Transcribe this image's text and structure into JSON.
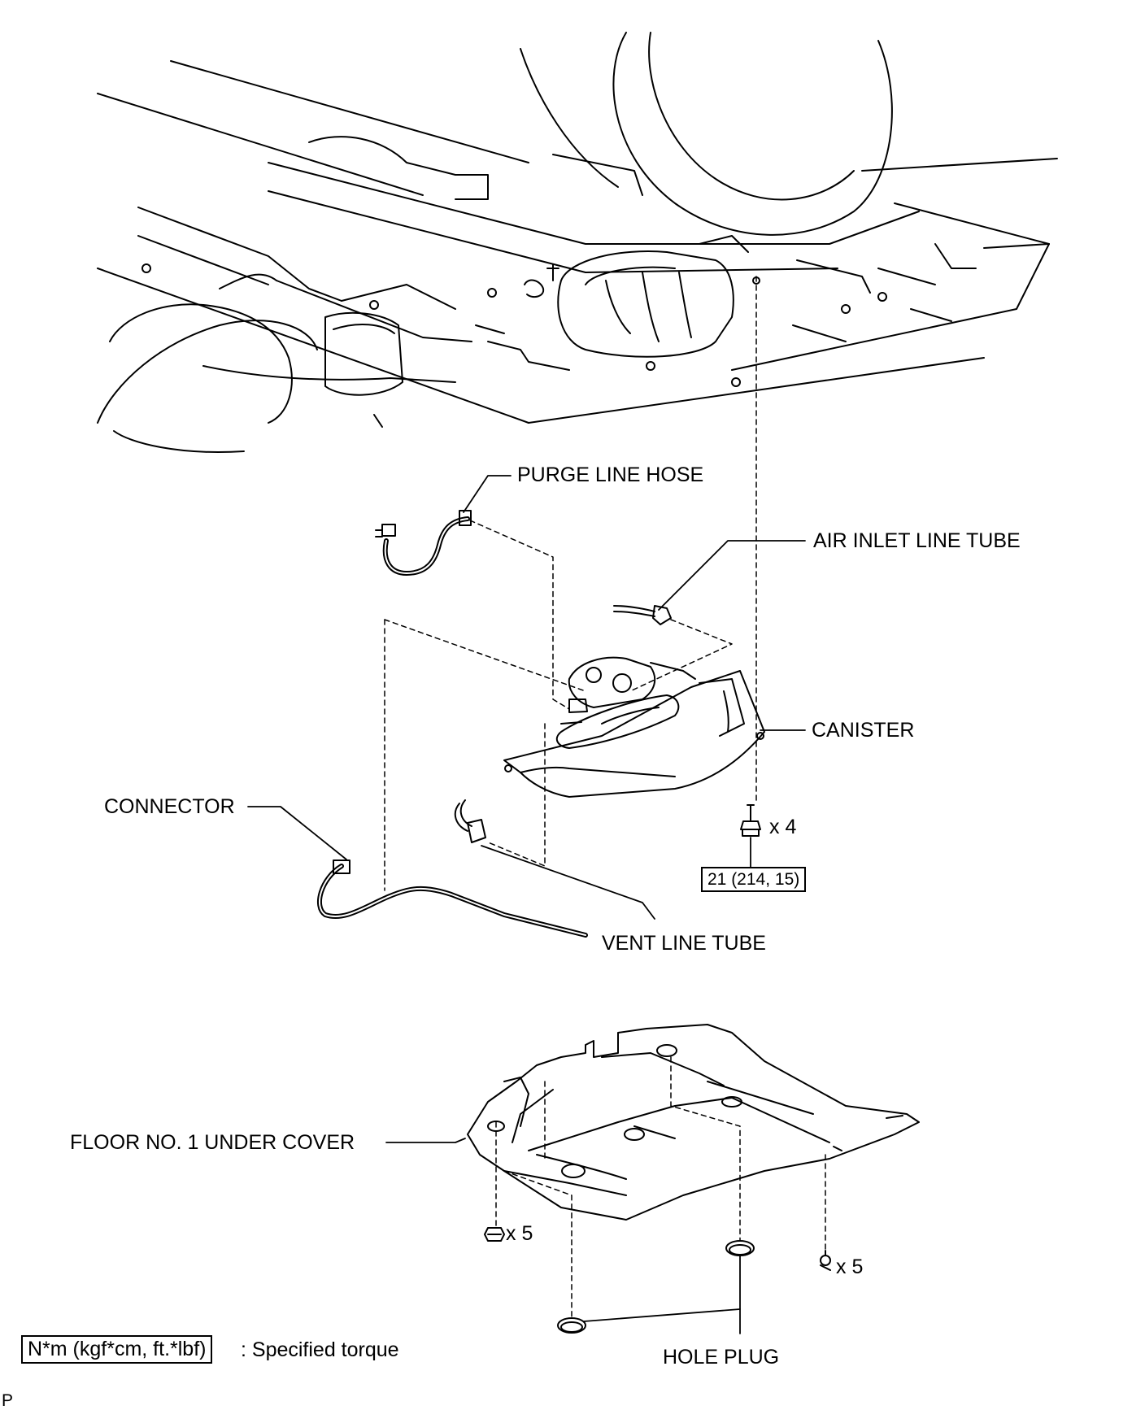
{
  "labels": {
    "purge_line_hose": "PURGE LINE HOSE",
    "air_inlet_line_tube": "AIR INLET LINE TUBE",
    "canister": "CANISTER",
    "connector": "CONNECTOR",
    "vent_line_tube": "VENT LINE TUBE",
    "floor_under_cover": "FLOOR NO. 1 UNDER COVER",
    "hole_plug": "HOLE PLUG"
  },
  "fasteners": {
    "canister_bolts": "x 4",
    "cover_nuts": "x 5",
    "cover_clips": "x 5"
  },
  "torque": {
    "value": "21 (214, 15)"
  },
  "legend": {
    "units": "N*m (kgf*cm, ft.*lbf)",
    "text": ": Specified torque"
  },
  "corner_mark": "P"
}
